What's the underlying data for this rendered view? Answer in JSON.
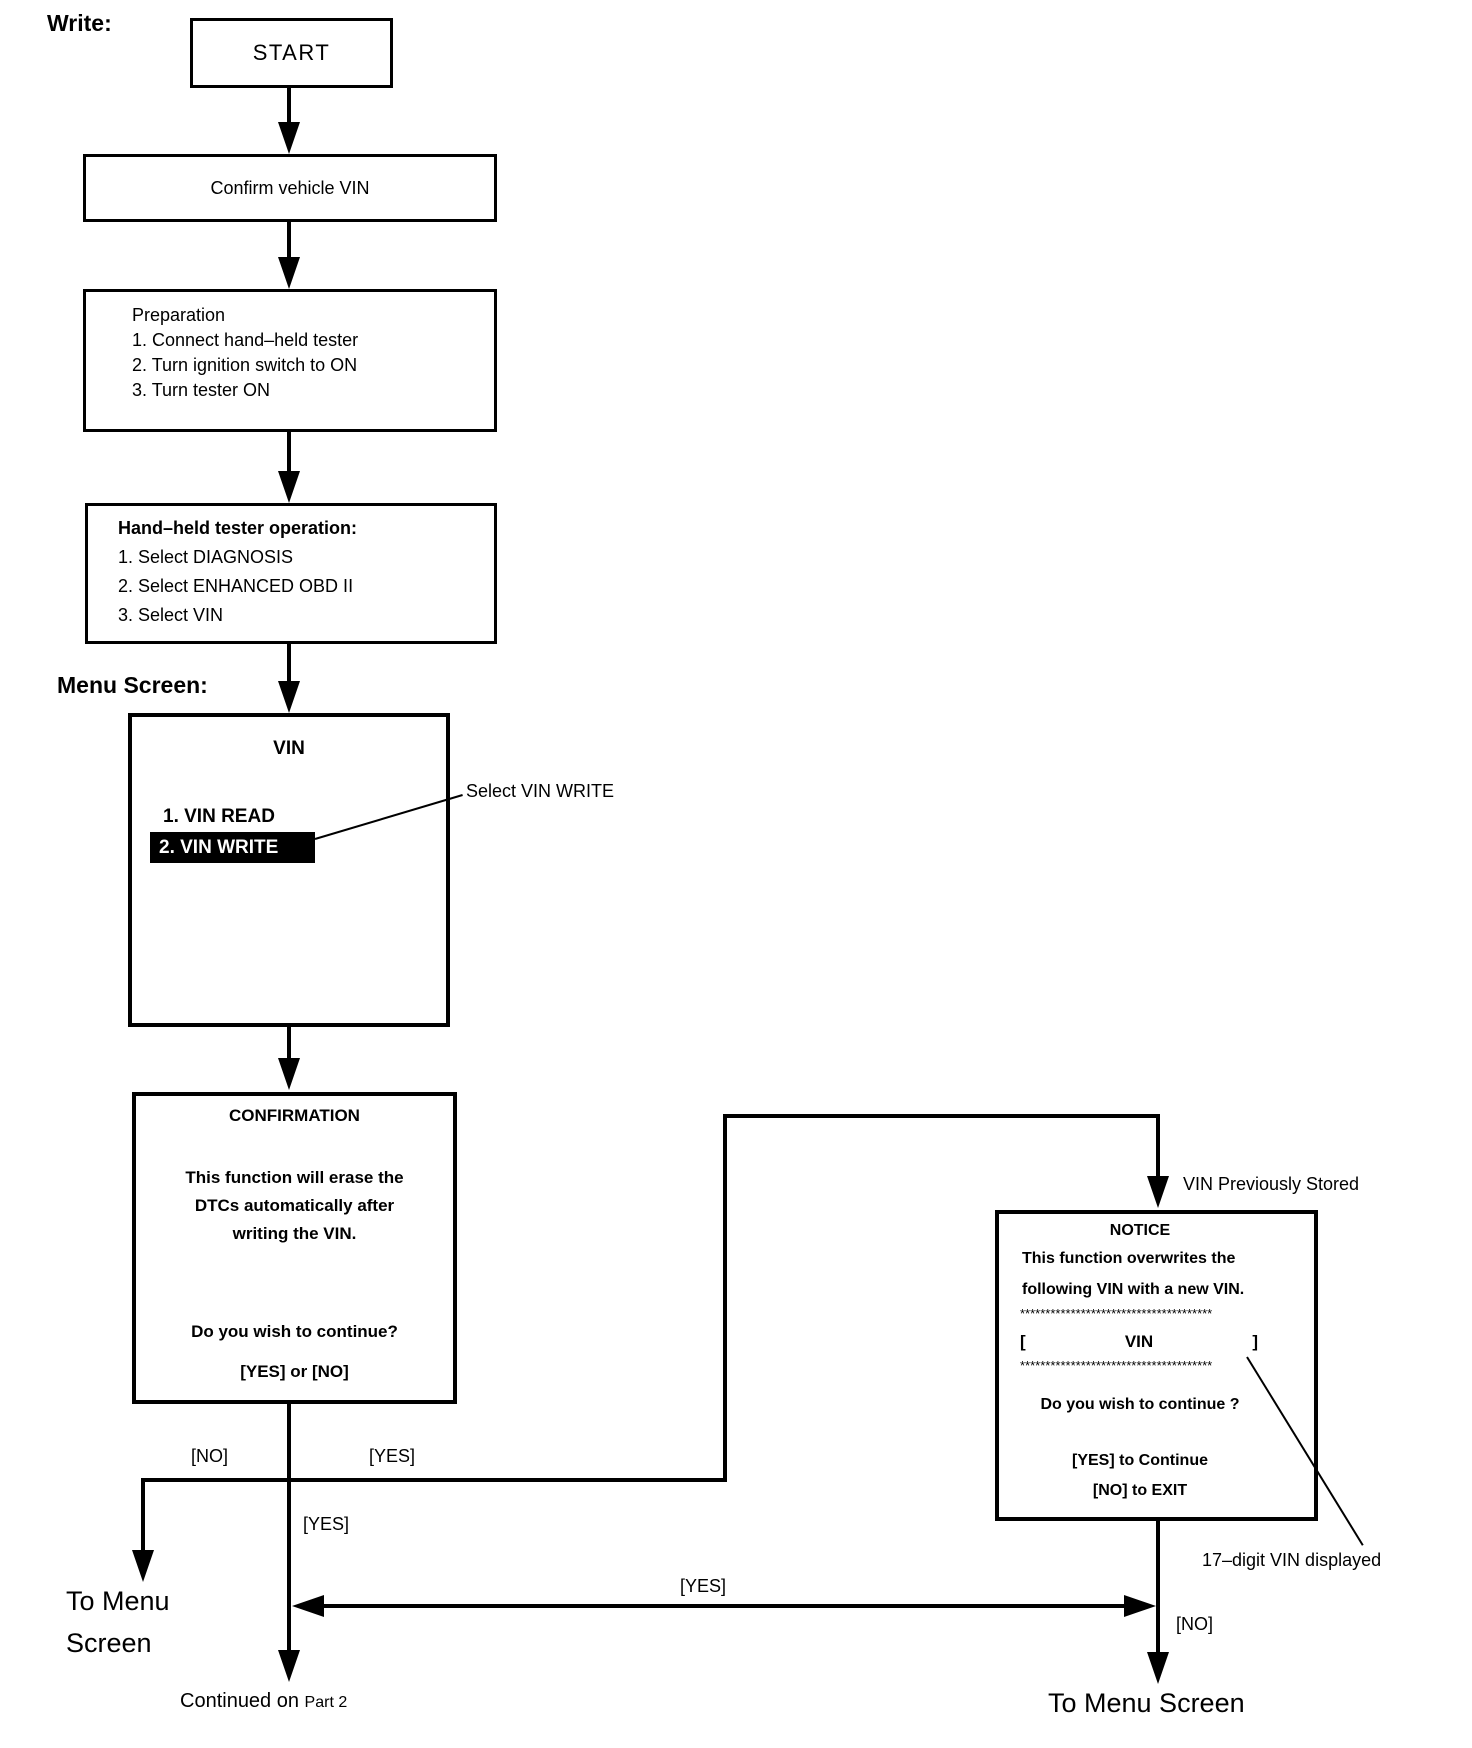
{
  "page": {
    "write_label": "Write:",
    "menu_screen_label": "Menu Screen:"
  },
  "boxes": {
    "start": {
      "label": "START"
    },
    "confirm_vin": {
      "label": "Confirm vehicle VIN"
    },
    "preparation": {
      "title": "Preparation",
      "steps": [
        "1. Connect hand–held tester",
        "2. Turn ignition switch to ON",
        "3. Turn tester ON"
      ]
    },
    "tester_operation": {
      "title": "Hand–held tester operation:",
      "steps": [
        "1. Select DIAGNOSIS",
        "2. Select ENHANCED OBD II",
        "3. Select VIN"
      ]
    },
    "vin_menu": {
      "title": "VIN",
      "read_item": "1. VIN READ",
      "write_item": "2. VIN WRITE"
    },
    "confirmation": {
      "title": "CONFIRMATION",
      "body": [
        "This function will erase the",
        "DTCs automatically after",
        "writing the VIN."
      ],
      "question": "Do you wish to continue?",
      "options": "[YES] or [NO]"
    },
    "notice": {
      "title": "NOTICE",
      "body": [
        "This function overwrites the",
        "following VIN with a new VIN."
      ],
      "stars": "**************************************",
      "vin_open": "[",
      "vin_label": "VIN",
      "vin_close": "]",
      "question": "Do you wish to continue ?",
      "yes_action": "[YES] to Continue",
      "no_action": "[NO] to EXIT"
    }
  },
  "edge_labels": {
    "confirmation_no": "[NO]",
    "confirmation_yes": "[YES]",
    "continue_yes": "[YES]",
    "notice_yes": "[YES]",
    "notice_no": "[NO]"
  },
  "annotations": {
    "select_vin_write": "Select VIN WRITE",
    "vin_previously_stored": "VIN Previously Stored",
    "vin_digits": "17–digit VIN displayed"
  },
  "terminals": {
    "to_menu_line1": "To Menu",
    "to_menu_line2": "Screen",
    "continued_on": "Continued on",
    "part": "Part 2",
    "to_menu_screen": "To Menu Screen"
  }
}
